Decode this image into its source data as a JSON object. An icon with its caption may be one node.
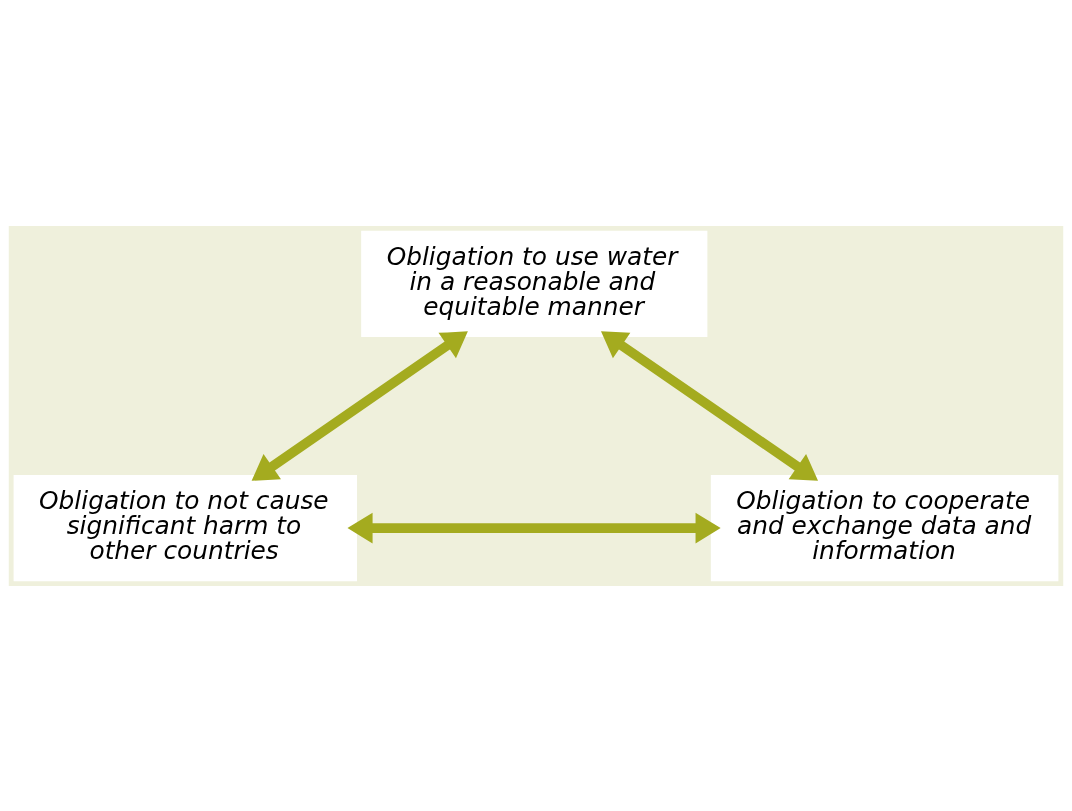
{
  "diagram": {
    "nodes": [
      {
        "text": [
          "Obligation to use water in a reasonable and equitable manner"
        ]
      },
      {
        "text": [
          "Obligation to not cause significant harm to other countries"
        ]
      },
      {
        "text": [
          "Obligation to cooperate and exchange data and information"
        ]
      }
    ],
    "edges": [
      {
        "from": 0,
        "to": 1,
        "arrow": "both"
      },
      {
        "from": 0,
        "to": 2,
        "arrow": "both"
      },
      {
        "from": 1,
        "to": 2,
        "arrow": "both"
      }
    ]
  }
}
